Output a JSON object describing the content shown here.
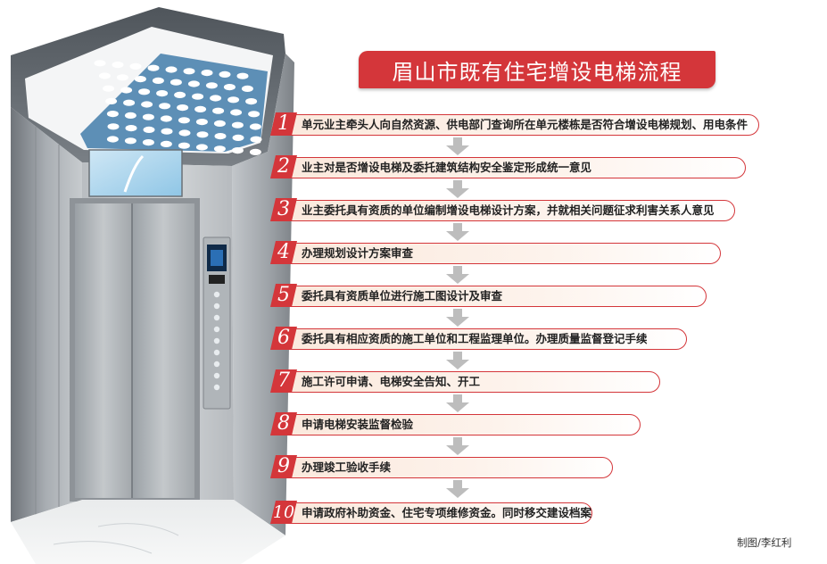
{
  "title": "眉山市既有住宅增设电梯流程",
  "credit": "制图/李红利",
  "colors": {
    "accent": "#d4363a",
    "step_fill": "#fbe9dd",
    "arrow": "#bdbdbd"
  },
  "steps": [
    {
      "num": "1",
      "text": "单元业主牵头人向自然资源、供电部门查询所在单元楼栋是否符合增设电梯规划、用电条件"
    },
    {
      "num": "2",
      "text": "业主对是否增设电梯及委托建筑结构安全鉴定形成统一意见"
    },
    {
      "num": "3",
      "text": "业主委托具有资质的单位编制增设电梯设计方案，并就相关问题征求利害关系人意见"
    },
    {
      "num": "4",
      "text": "办理规划设计方案审查"
    },
    {
      "num": "5",
      "text": "委托具有资质单位进行施工图设计及审查"
    },
    {
      "num": "6",
      "text": "委托具有相应资质的施工单位和工程监理单位。办理质量监督登记手续"
    },
    {
      "num": "7",
      "text": "施工许可申请、电梯安全告知、开工"
    },
    {
      "num": "8",
      "text": "申请电梯安装监督检验"
    },
    {
      "num": "9",
      "text": "办理竣工验收手续"
    },
    {
      "num": "10",
      "text": "申请政府补助资金、住宅专项维修资金。同时移交建设档案"
    }
  ]
}
